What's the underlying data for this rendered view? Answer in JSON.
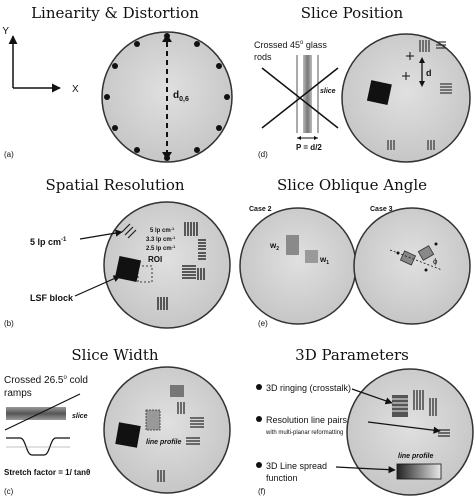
{
  "panels": {
    "a": {
      "title": "Linearity & Distortion",
      "tag": "(a)",
      "axis_y": "Y",
      "axis_x": "X",
      "measure": "d",
      "measure_sub": "0,6"
    },
    "b": {
      "title": "Spatial Resolution",
      "tag": "(b)",
      "callout_5lp": "5 lp cm",
      "lp_labels": [
        "5 lp cm",
        "3.3 lp cm",
        "2.5 lp cm"
      ],
      "roi": "ROI",
      "lsf_block": "LSF block"
    },
    "c": {
      "title": "Slice Width",
      "tag": "(c)",
      "ramps_line1": "Crossed 26.5",
      "ramps_deg": "o",
      "ramps_line1_tail": " cold",
      "ramps_line2": "ramps",
      "slice": "slice",
      "line_profile": "line profile",
      "stretch": "Stretch factor = 1/ tanθ"
    },
    "d": {
      "title": "Slice Position",
      "tag": "(d)",
      "rods_line1": "Crossed 45",
      "rods_deg": "o",
      "rods_line1_tail": " glass",
      "rods_line2": "rods",
      "slice": "slice",
      "p_eq": "P = d/2",
      "measure": "d"
    },
    "e": {
      "title": "Slice Oblique Angle",
      "tag": "(e)",
      "case2": "Case 2",
      "case3": "Case 3",
      "w2_base": "w",
      "w2_sub": "2",
      "w1_base": "w",
      "w1_sub": "1",
      "phi": "ϕ"
    },
    "f": {
      "title": "3D Parameters",
      "tag": "(f)",
      "bullets": [
        "3D ringing (crosstalk)",
        "Resolution line pairs",
        "3D Line spread"
      ],
      "bullet2_sub": "with multi-planar reformatting",
      "bullet3_line2": "function",
      "line_profile": "line profile"
    }
  },
  "colors": {
    "phantom_fill": "#d6d6d6",
    "phantom_stroke": "#333333",
    "ink": "#111111"
  }
}
